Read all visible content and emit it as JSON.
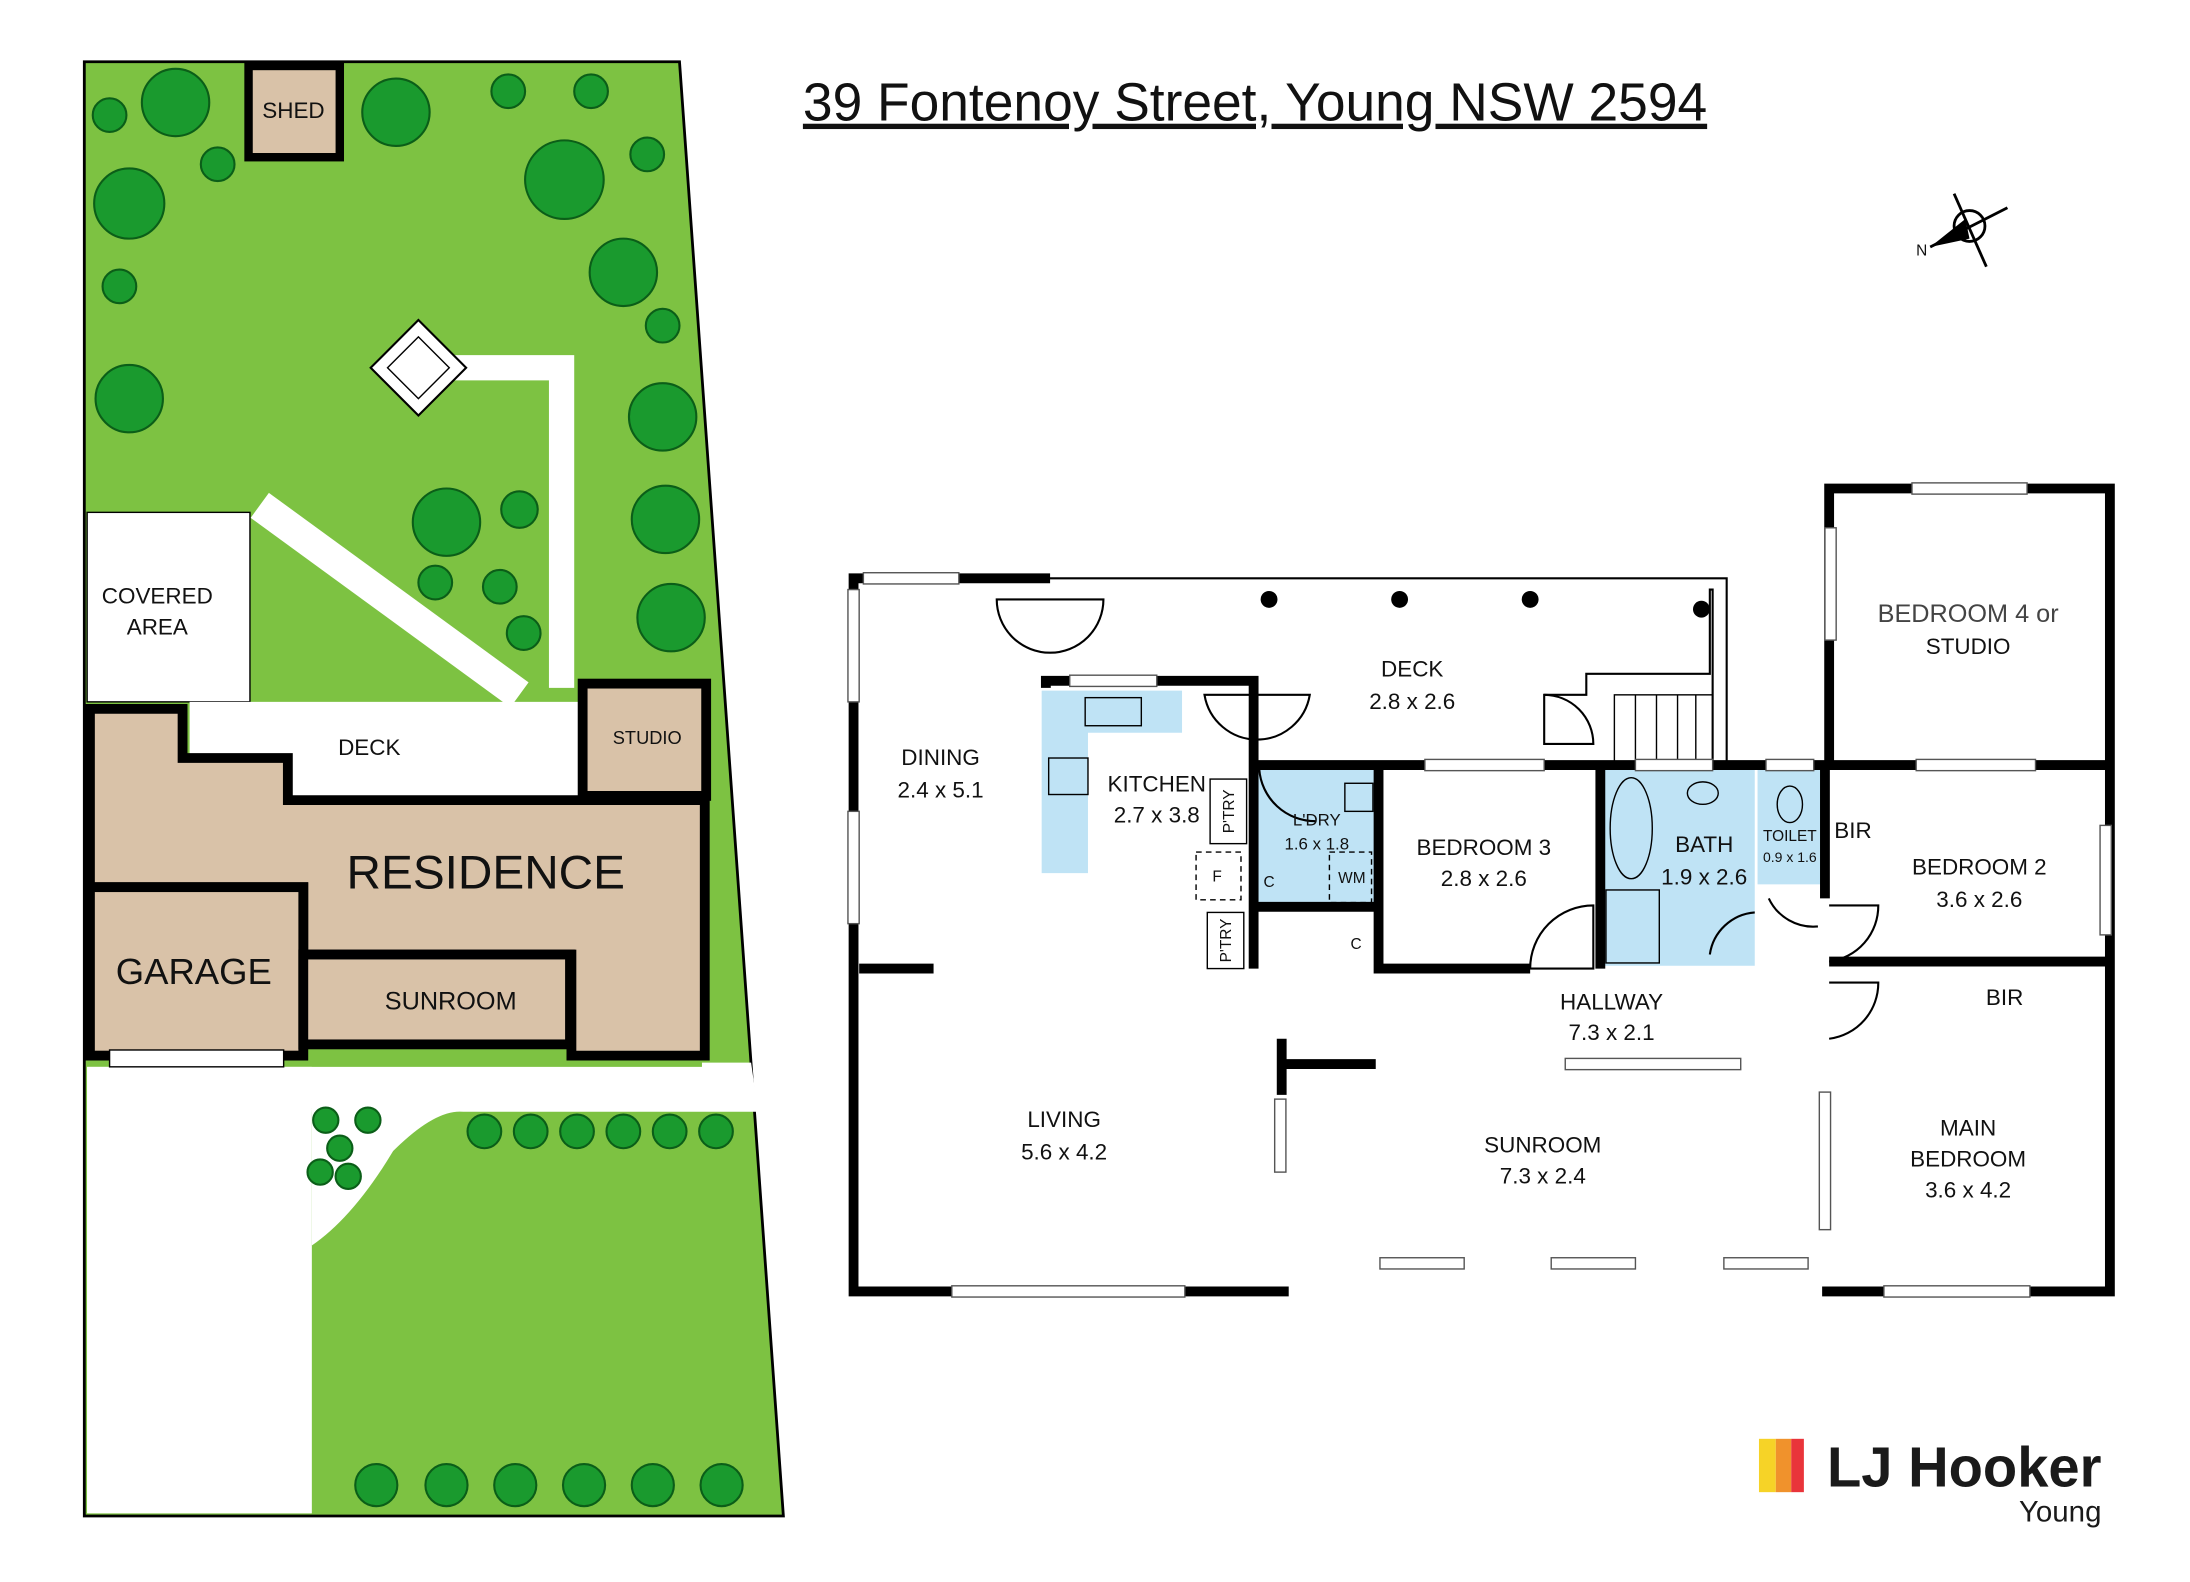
{
  "title": "39 Fontenoy Street, Young NSW 2594",
  "colors": {
    "grass": "#7dc242",
    "building": "#d9c2a8",
    "wet_area": "#bfe3f5",
    "tree": "#1a9a2e"
  },
  "site_plan": {
    "shed": "SHED",
    "covered_area": [
      "COVERED",
      "AREA"
    ],
    "deck": "DECK",
    "studio": "STUDIO",
    "residence": "RESIDENCE",
    "garage": "GARAGE",
    "sunroom": "SUNROOM"
  },
  "compass": {
    "label": "N"
  },
  "floor_plan": {
    "rooms": {
      "deck": {
        "name": "DECK",
        "dims": "2.8 x 2.6"
      },
      "dining": {
        "name": "DINING",
        "dims": "2.4 x 5.1"
      },
      "kitchen": {
        "name": "KITCHEN",
        "dims": "2.7 x 3.8"
      },
      "laundry": {
        "name": "L'DRY",
        "dims": "1.6 x 1.8"
      },
      "bedroom3": {
        "name": "BEDROOM 3",
        "dims": "2.8 x 2.6"
      },
      "bath": {
        "name": "BATH",
        "dims": "1.9 x 2.6"
      },
      "toilet": {
        "name": "TOILET",
        "dims": "0.9 x 1.6"
      },
      "bedroom4": {
        "name": "BEDROOM 4 or",
        "name2": "STUDIO"
      },
      "bedroom2": {
        "name": "BEDROOM 2",
        "dims": "3.6 x 2.6"
      },
      "hallway": {
        "name": "HALLWAY",
        "dims": "7.3 x 2.1"
      },
      "living": {
        "name": "LIVING",
        "dims": "5.6 x 4.2"
      },
      "sunroom": {
        "name": "SUNROOM",
        "dims": "7.3 x 2.4"
      },
      "main_bedroom": {
        "name": "MAIN",
        "name2": "BEDROOM",
        "dims": "3.6 x 4.2"
      }
    },
    "fixtures": {
      "pantry1": "P'TRY",
      "pantry2": "P'TRY",
      "fridge": "F",
      "cupboard1": "C",
      "cupboard2": "C",
      "washing_machine": "WM",
      "bir1": "BIR",
      "bir2": "BIR"
    }
  },
  "logo": {
    "brand": "LJ Hooker",
    "office": "Young",
    "bars": [
      "#f6d327",
      "#f0922c",
      "#e9343a"
    ]
  }
}
